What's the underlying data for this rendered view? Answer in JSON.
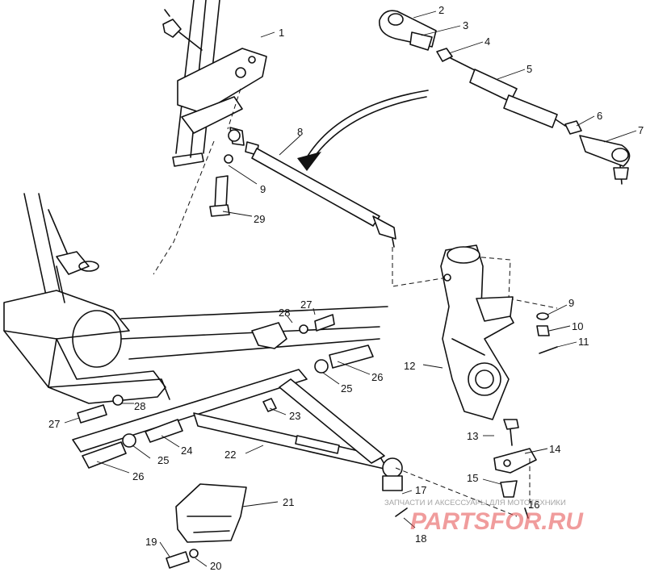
{
  "diagram": {
    "part_labels": [
      "1",
      "2",
      "3",
      "4",
      "5",
      "6",
      "7",
      "8",
      "9",
      "29",
      "9",
      "10",
      "11",
      "12",
      "28",
      "27",
      "26",
      "25",
      "28",
      "27",
      "23",
      "24",
      "25",
      "26",
      "22",
      "13",
      "14",
      "15",
      "16",
      "17",
      "18",
      "21",
      "19",
      "20"
    ]
  },
  "watermark": {
    "brand": "PARTSFOR.RU",
    "tagline": "ЗАПЧАСТИ И АКСЕССУАРЫ ДЛЯ МОТОТЕХНИКИ",
    "color": "#e34a4a"
  }
}
